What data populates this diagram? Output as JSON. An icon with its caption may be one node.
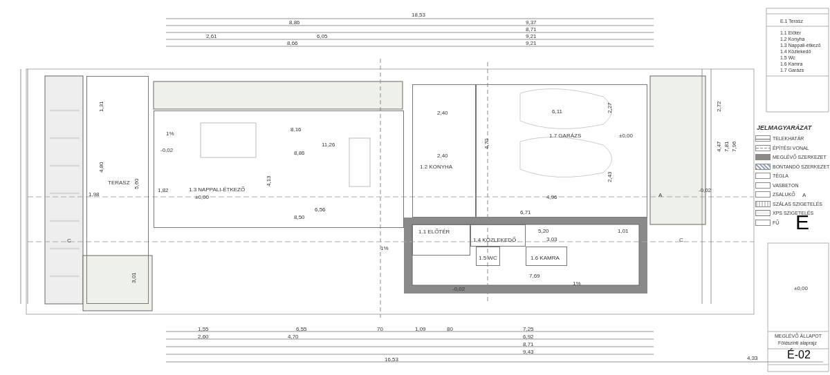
{
  "diagram": {
    "nodes": [
      {
        "text": [
          "TERASZ"
        ]
      },
      {
        "text": [
          "1.3 NAPPALI-ÉTKEZŐ"
        ]
      },
      {
        "text": [
          "1.2 KONYHA"
        ]
      },
      {
        "text": [
          "1.7 GARÁZS"
        ]
      },
      {
        "text": [
          "1.1 ELŐTÉR"
        ]
      },
      {
        "text": [
          "1.4 KÖZLEKEDŐ"
        ]
      },
      {
        "text": [
          "1.5 WC"
        ]
      },
      {
        "text": [
          "1.6 KAMRA"
        ]
      }
    ],
    "labels": [
      "18,53",
      "8,86",
      "9,37",
      "8,71",
      "2,61",
      "6,05",
      "9,21",
      "8,66",
      "9,21",
      "1,31",
      "2,72",
      "8,16",
      "1%",
      "-0,02",
      "11,26",
      "8,86",
      "2,40",
      "6,11",
      "4,70",
      "2,27",
      "±0,00",
      "4,47",
      "7,81",
      "7,96",
      "4,80",
      "5,60",
      "4,13",
      "2,40",
      "1,98",
      "1,82",
      "±0,00",
      "2,43",
      "-0,02",
      "A",
      "A",
      "4,96",
      "6,56",
      "8,50",
      "6,71",
      "5,20",
      "3,03",
      "1,01",
      "C",
      "C",
      "1%",
      "7,69",
      "3,01",
      "-0,02",
      "1%",
      "±0,00",
      "1,55",
      "6,55",
      "70",
      "1,09",
      "80",
      "7,25",
      "2,60",
      "4,70",
      "6,92",
      "8,71",
      "9,43",
      "16,53",
      "4,33",
      "E.1 Terasz",
      "1.1 Előtér",
      "1.2 Konyha",
      "1.3 Nappali-étkező",
      "1.4 Közlekedő",
      "1.5 Wc",
      "1.6 Kamra",
      "1.7 Garázs",
      "JELMAGYARÁZAT",
      "E",
      "MEGLÉVŐ ÁLLAPOT",
      "Földszinti alaprajz",
      "É-02"
    ],
    "legend": [
      {
        "text": "TELEKHATÁR"
      },
      {
        "text": "ÉPÍTÉSI VONAL"
      },
      {
        "text": "MEGLÉVŐ SZERKEZET",
        "color": "#8a8a8a"
      },
      {
        "text": "BONTANDÓ SZERKEZET"
      },
      {
        "text": "TÉGLA"
      },
      {
        "text": "VASBETON"
      },
      {
        "text": "ZSALUKŐ"
      },
      {
        "text": "SZÁLAS SZIGETELÉS"
      },
      {
        "text": "XPS SZIGETELÉS"
      },
      {
        "text": "FŰ"
      }
    ]
  }
}
